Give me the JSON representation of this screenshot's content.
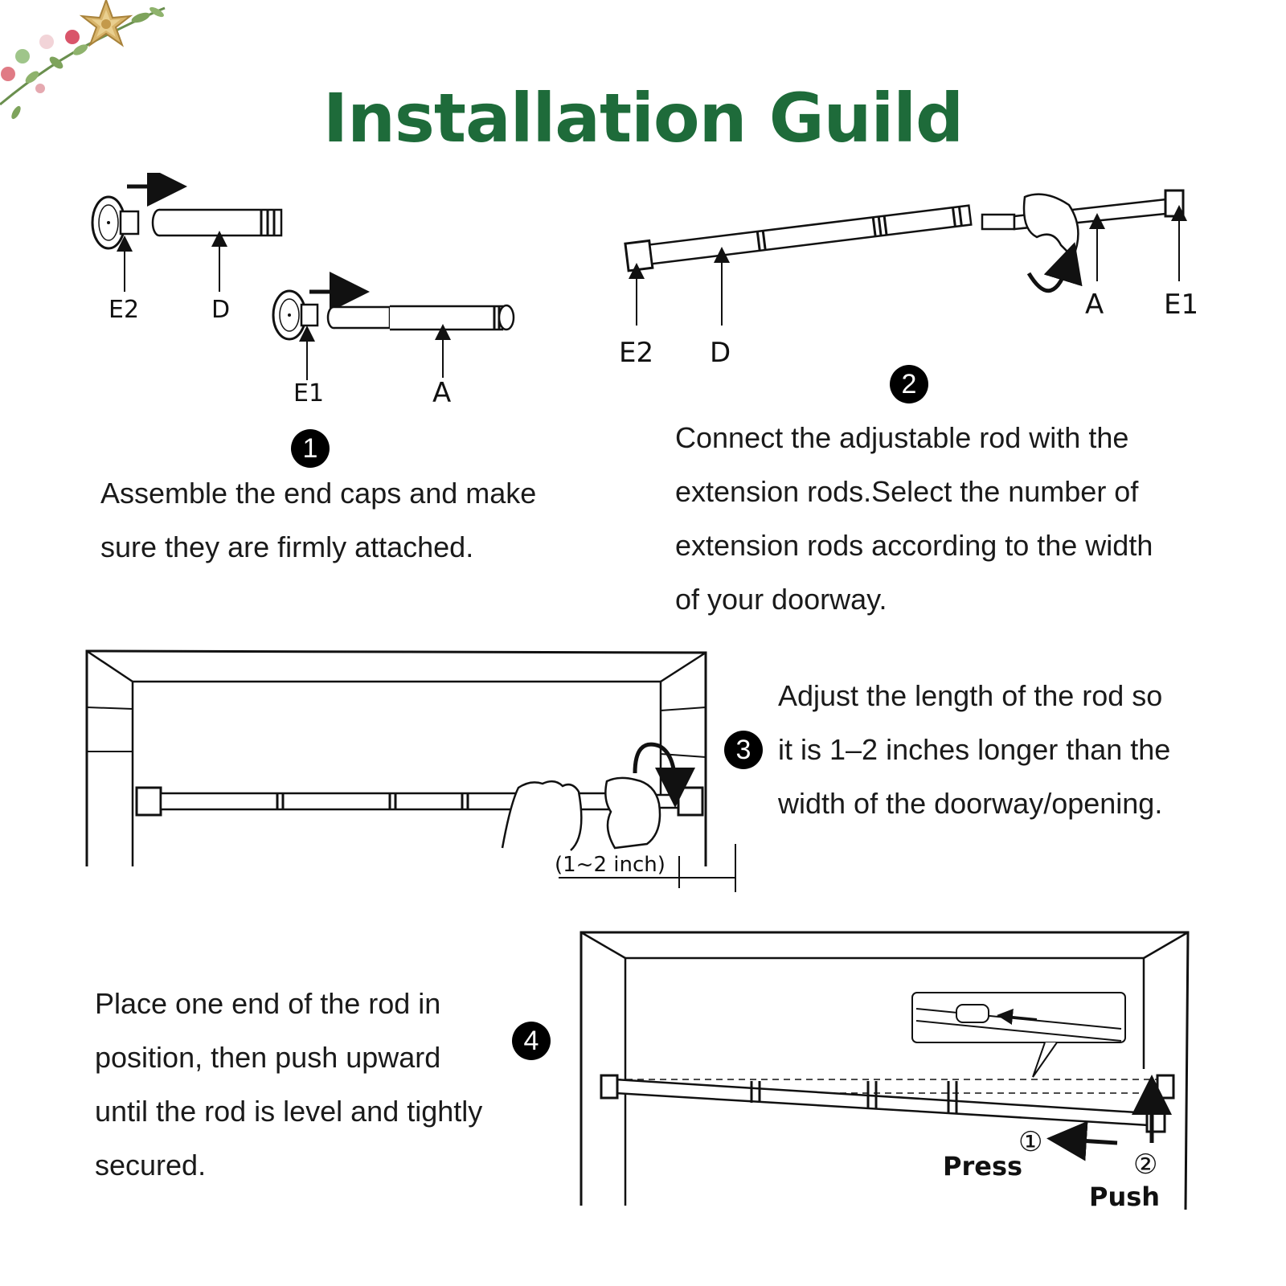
{
  "title": "Installation Guild",
  "steps": [
    {
      "number": "1",
      "text": "Assemble the end caps and make sure they are firmly attached.",
      "lines": [
        "Assemble the end caps and make",
        "sure they are firmly attached."
      ]
    },
    {
      "number": "2",
      "text": "Connect the adjustable rod with the extension rods.Select the number of extension rods according to the width of your doorway.",
      "lines": [
        "Connect the adjustable rod with the",
        "extension rods.Select the number of",
        "extension rods according to the width",
        "of your doorway."
      ]
    },
    {
      "number": "3",
      "text": "Adjust the length of the rod so it is 1–2 inches longer than the width of the doorway/opening.",
      "lines": [
        "Adjust the length of the rod so",
        "it is 1–2 inches longer than the",
        "width of the doorway/opening."
      ]
    },
    {
      "number": "4",
      "text": "Place one end of the rod in position, then push upward until the rod is level and tightly secured.",
      "lines": [
        "Place one end of the rod in",
        "position, then push upward",
        "until the rod is level and tightly",
        "secured."
      ]
    }
  ],
  "diagram1": {
    "labels": {
      "e2": "E2",
      "d": "D",
      "e1": "E1",
      "a": "A"
    }
  },
  "diagram2": {
    "labels": {
      "e2": "E2",
      "d": "D",
      "a": "A",
      "e1": "E1"
    }
  },
  "diagram3": {
    "measure_label": "(1~2 inch)"
  },
  "diagram4": {
    "press_label": "Press",
    "push_label": "Push",
    "press_marker": "①",
    "push_marker": "②"
  },
  "colors": {
    "title": "#1e6b3a",
    "text": "#1a1a1a"
  },
  "icons": [
    "bow-decoration-icon"
  ]
}
